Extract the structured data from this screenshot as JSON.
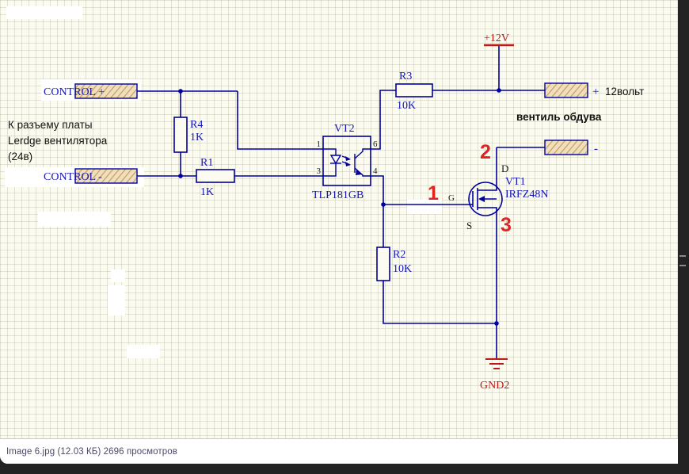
{
  "window": {
    "caption": "Image 6.jpg (12.03 КБ) 2696 просмотров"
  },
  "colors": {
    "wire_blue": "#0000a0",
    "label_blue": "#1515b5",
    "power_red": "#c01818",
    "annotation_red": "#e32222",
    "hatch_tan": "#c89858",
    "grid_bg": "#fbfbef"
  },
  "note": {
    "line1": "К разъему платы",
    "line2": "Lerdge  вентилятора",
    "line3": "(24в)"
  },
  "connectors": {
    "control_plus": "CONTROL +",
    "control_minus": "CONTROL -",
    "out_plus_sign": "+",
    "out_minus_sign": "-",
    "out_voltage": "12вольт",
    "out_label": "вентиль обдува"
  },
  "power": {
    "rail": "+12V",
    "ground": "GND2"
  },
  "components": {
    "r1": {
      "ref": "R1",
      "value": "1K"
    },
    "r2": {
      "ref": "R2",
      "value": "10K"
    },
    "r3": {
      "ref": "R3",
      "value": "10K"
    },
    "r4": {
      "ref": "R4",
      "value": "1K"
    },
    "optocoupler": {
      "ref": "VT2",
      "part": "TLP181GB",
      "pin1": "1",
      "pin3": "3",
      "pin6": "6",
      "pin4": "4"
    },
    "mosfet": {
      "ref": "VT1",
      "part": "IRFZ48N",
      "drain": "D",
      "gate": "G",
      "source": "S"
    }
  },
  "annotations": {
    "n1": "1",
    "n2": "2",
    "n3": "3"
  }
}
